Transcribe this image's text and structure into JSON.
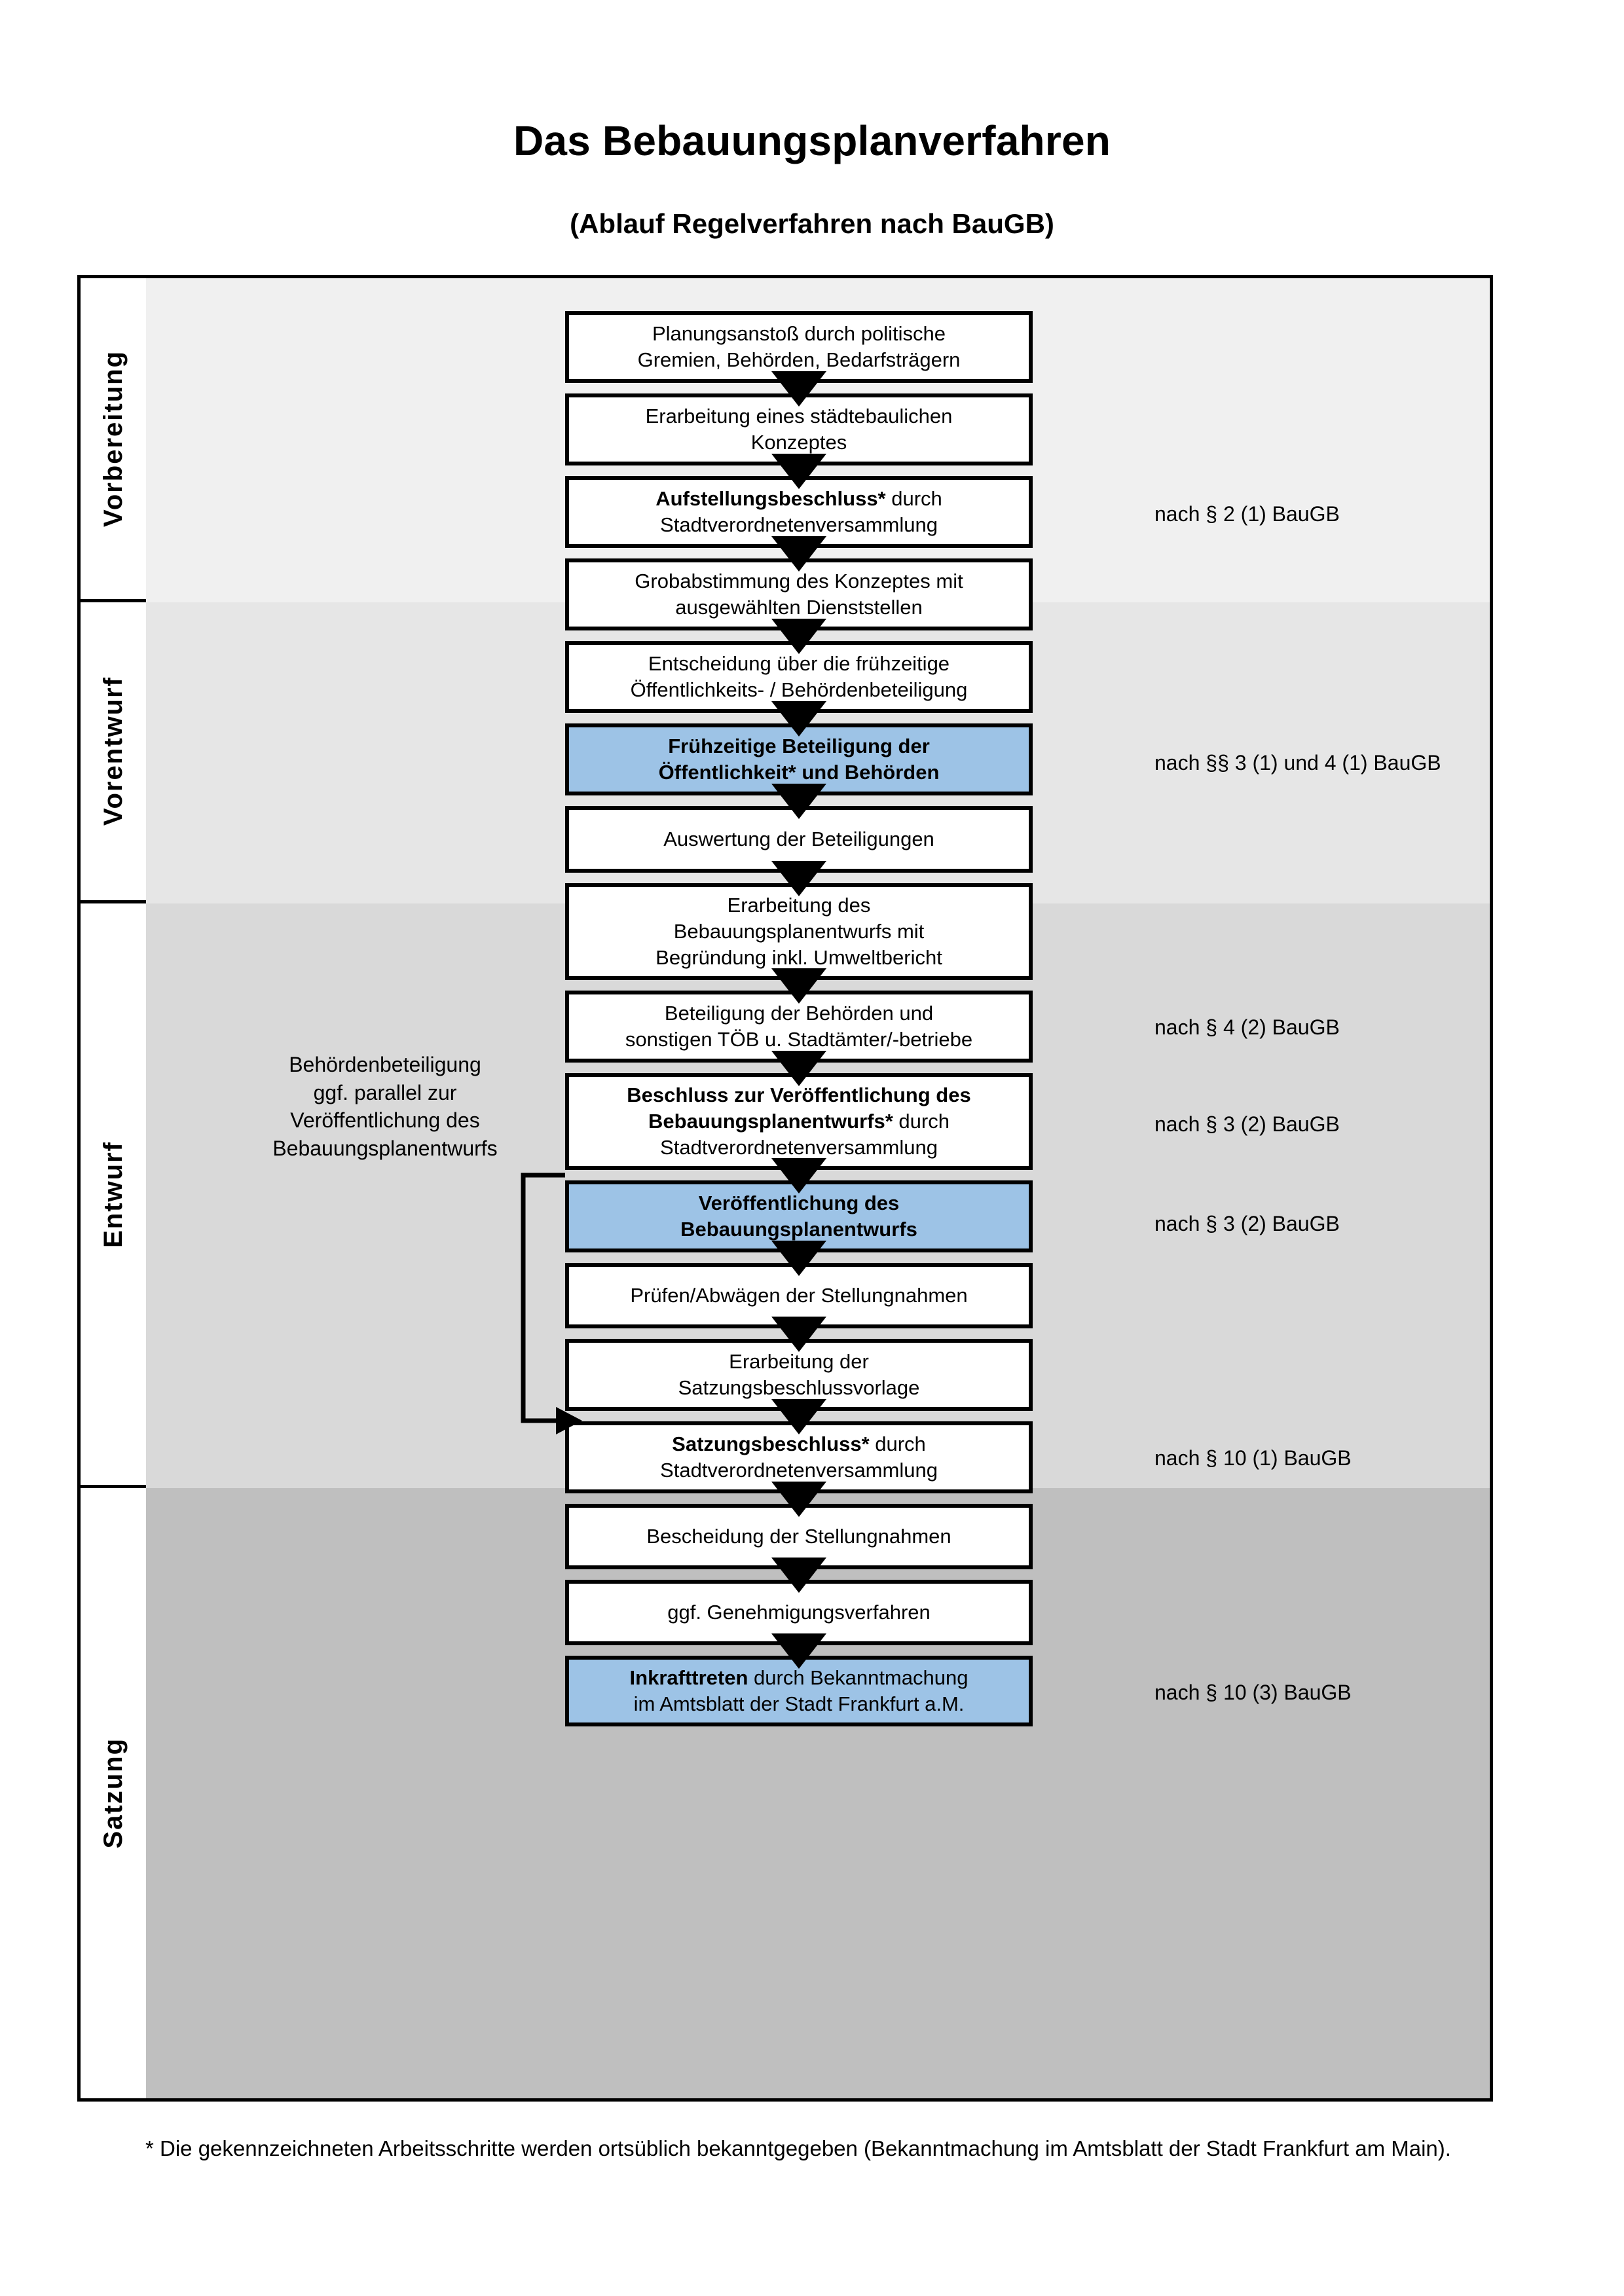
{
  "title": "Das Bebauungsplanverfahren",
  "subtitle": "(Ablauf Regelverfahren nach BauGB)",
  "phases": [
    {
      "label": "Vorbereitung",
      "band_color": "#F0F0F0"
    },
    {
      "label": "Vorentwurf",
      "band_color": "#E6E6E6"
    },
    {
      "label": "Entwurf",
      "band_color": "#D9D9D9"
    },
    {
      "label": "Satzung",
      "band_color": "#BFBFBF"
    }
  ],
  "steps": [
    {
      "id": "planungsanstoss",
      "line1": "Planungsanstoß durch politische",
      "line2": "Gremien, Behörden, Bedarfsträgern",
      "line3": "",
      "highlight": false
    },
    {
      "id": "staedtebauliches-konzept",
      "line1": "Erarbeitung eines städtebaulichen",
      "line2": "Konzeptes",
      "line3": "",
      "highlight": false
    },
    {
      "id": "aufstellungsbeschluss",
      "bold1": "Aufstellungsbeschluss*",
      "rest1": " durch",
      "line2": "Stadtverordnetenversammlung",
      "line3": "",
      "highlight": false
    },
    {
      "id": "grobabstimmung",
      "line1": "Grobabstimmung des Konzeptes mit",
      "line2": "ausgewählten Dienststellen",
      "line3": "",
      "highlight": false
    },
    {
      "id": "entscheidung-fruehzeitige-beteiligung",
      "line1": "Entscheidung über die frühzeitige",
      "line2": "Öffentlichkeits- / Behördenbeteiligung",
      "line3": "",
      "highlight": false
    },
    {
      "id": "fruehzeitige-beteiligung",
      "line1": "Frühzeitige Beteiligung der",
      "line2": "Öffentlichkeit* und Behörden",
      "line3": "",
      "highlight": true,
      "allbold": true
    },
    {
      "id": "auswertung-beteiligungen",
      "line1": "Auswertung der Beteiligungen",
      "line2": "",
      "line3": "",
      "highlight": false
    },
    {
      "id": "erarbeitung-bplan-entwurf",
      "line1": "Erarbeitung des",
      "line2": "Bebauungsplanentwurfs mit",
      "line3": "Begründung inkl. Umweltbericht",
      "highlight": false
    },
    {
      "id": "beteiligung-behoerden-toeb",
      "line1": "Beteiligung der Behörden und",
      "line2": "sonstigen TÖB u. Stadtämter/-betriebe",
      "line3": "",
      "highlight": false
    },
    {
      "id": "beschluss-veroeffentlichung",
      "bold1": "Beschluss zur Veröffentlichung des",
      "bold2": "Bebauungsplanentwurfs*",
      "rest2": " durch",
      "line3": "Stadtverordnetenversammlung",
      "highlight": false
    },
    {
      "id": "veroeffentlichung-bplan-entwurf",
      "line1": "Veröffentlichung des",
      "line2": "Bebauungsplanentwurfs",
      "line3": "",
      "highlight": true,
      "allbold": true
    },
    {
      "id": "pruefen-abwaegen",
      "line1": "Prüfen/Abwägen der Stellungnahmen",
      "line2": "",
      "line3": "",
      "highlight": false
    },
    {
      "id": "erarbeitung-satzungsbeschlussvorlage",
      "line1": "Erarbeitung der",
      "line2": "Satzungsbeschlussvorlage",
      "line3": "",
      "highlight": false
    },
    {
      "id": "satzungsbeschluss",
      "bold1": "Satzungsbeschluss*",
      "rest1": " durch",
      "line2": "Stadtverordnetenversammlung",
      "line3": "",
      "highlight": false
    },
    {
      "id": "bescheidung-stellungnahmen",
      "line1": "Bescheidung der Stellungnahmen",
      "line2": "",
      "line3": "",
      "highlight": false
    },
    {
      "id": "genehmigungsverfahren",
      "line1": "ggf. Genehmigungsverfahren",
      "line2": "",
      "line3": "",
      "highlight": false
    },
    {
      "id": "inkrafttreten",
      "bold1": "Inkrafttreten",
      "rest1": " durch Bekanntmachung",
      "line2": "im Amtsblatt der Stadt Frankfurt a.M.",
      "line3": "",
      "highlight": true
    }
  ],
  "legal_refs": [
    {
      "id": "ref-par2-1",
      "text": "nach § 2 (1) BauGB"
    },
    {
      "id": "ref-par3-1-4-1",
      "text": "nach §§ 3 (1) und 4 (1) BauGB"
    },
    {
      "id": "ref-par4-2",
      "text": "nach § 4 (2) BauGB"
    },
    {
      "id": "ref-par3-2-a",
      "text": "nach § 3 (2) BauGB"
    },
    {
      "id": "ref-par3-2-b",
      "text": "nach § 3 (2) BauGB"
    },
    {
      "id": "ref-par10-1",
      "text": "nach § 10 (1) BauGB"
    },
    {
      "id": "ref-par10-3",
      "text": "nach § 10 (3) BauGB"
    }
  ],
  "side_note": {
    "line1": "Behördenbeteiligung",
    "line2": "ggf. parallel zur",
    "line3": "Veröffentlichung des",
    "line4": "Bebauungsplanentwurfs"
  },
  "footnote": "* Die gekennzeichneten Arbeitsschritte werden ortsüblich bekanntgegeben (Bekanntmachung im Amtsblatt  der Stadt Frankfurt am Main).",
  "colors": {
    "highlight_blue": "#9DC3E6",
    "band_1": "#F0F0F0",
    "band_2": "#E6E6E6",
    "band_3": "#D9D9D9",
    "band_4": "#BFBFBF",
    "stroke": "#000000"
  }
}
